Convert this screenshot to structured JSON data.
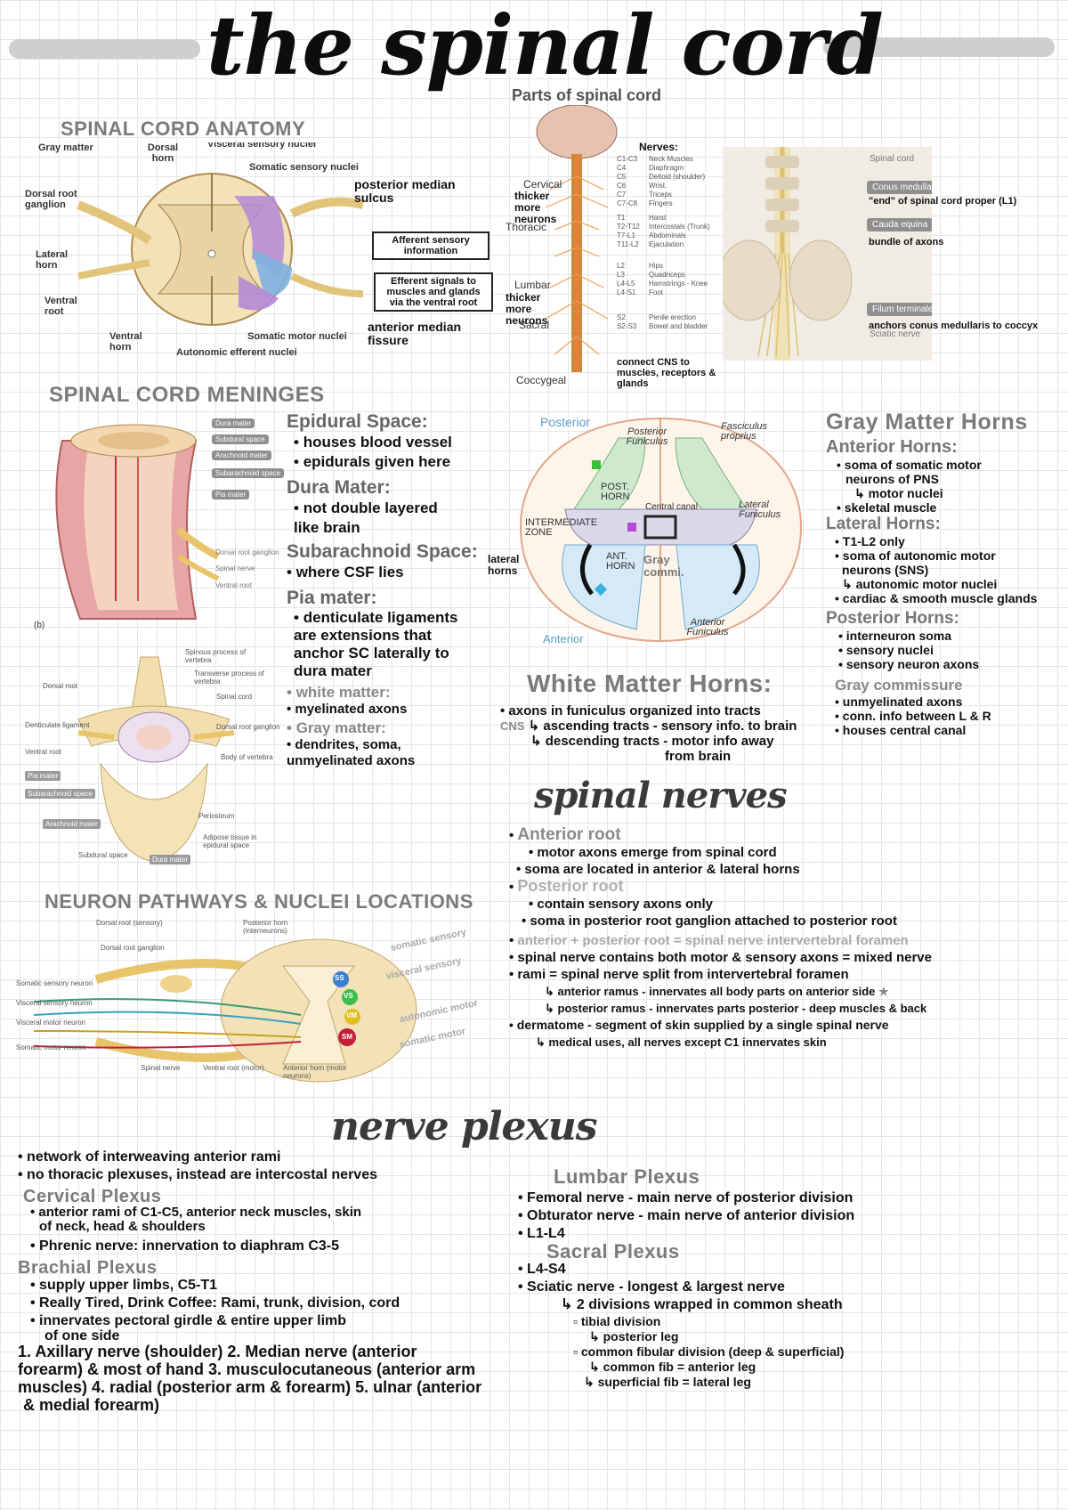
{
  "title": "the spinal cord",
  "sections": {
    "anatomy": "SPINAL CORD ANATOMY",
    "parts": "Parts of spinal cord",
    "meninges": "SPINAL CORD MENINGES",
    "pathways": "NEURON PATHWAYS & NUCLEI LOCATIONS",
    "spinal_nerves": "spinal nerves",
    "nerve_plexus": "nerve plexus"
  },
  "anatomy_fig": {
    "gray_matter": "Gray matter",
    "dorsal_horn": "Dorsal horn",
    "visceral_sensory": "Visceral sensory nuclei",
    "somatic_sensory": "Somatic sensory nuclei",
    "dorsal_root_ganglion": "Dorsal root ganglion",
    "lateral_horn": "Lateral horn",
    "ventral_root": "Ventral root",
    "ventral_horn": "Ventral horn",
    "somatic_motor": "Somatic motor nuclei",
    "autonomic_efferent": "Autonomic efferent nuclei",
    "afferent_box": "Afferent sensory information",
    "efferent_box": "Efferent signals to muscles and glands via the ventral root",
    "note_posterior": "posterior median sulcus",
    "note_anterior": "anterior median fissure"
  },
  "parts_fig": {
    "nerves": "Nerves:",
    "cervical": "Cervical",
    "cervical_note": "thicker more neurons",
    "thoracic": "Thoracic",
    "lumbar": "Lumbar",
    "lumbar_note": "thicker more neurons",
    "sacral": "Sacral",
    "coccygeal": "Coccygeal",
    "bottom_note": "connect CNS to muscles, receptors & glands",
    "rows": [
      [
        "C1-C3",
        "Neck Muscles"
      ],
      [
        "C4",
        "Diaphragm"
      ],
      [
        "C5",
        "Deltoid (shoulder)"
      ],
      [
        "C6",
        "Wrist"
      ],
      [
        "C7",
        "Triceps"
      ],
      [
        "C7-C8",
        "Fingers"
      ],
      [
        "T1",
        "Hand"
      ],
      [
        "T2-T12",
        "Intercostals (Trunk)"
      ],
      [
        "T7-L1",
        "Abdominals"
      ],
      [
        "T11-L2",
        "Ejaculation"
      ],
      [
        "L2",
        "Hips"
      ],
      [
        "L3",
        "Quadriceps"
      ],
      [
        "L4-L5",
        "Hamstrings - Knee"
      ],
      [
        "L4-S1",
        "Foot"
      ],
      [
        "S2",
        "Penile erection"
      ],
      [
        "S2-S3",
        "Bowel and bladder"
      ]
    ]
  },
  "pelvis_fig": {
    "spinal_cord": "Spinal cord",
    "conus": "Conus medullaris",
    "conus_note": "\"end\" of spinal cord proper (L1)",
    "cauda": "Cauda equina",
    "cauda_note": "bundle of axons",
    "filum": "Filum terminale",
    "filum_note": "anchors conus medullaris to coccyx",
    "sciatic": "Sciatic nerve"
  },
  "meninges_fig": {
    "labels": [
      "Dura mater",
      "Subdural space",
      "Arachnoid mater",
      "Subarachnoid space",
      "Pia mater",
      "Dorsal root ganglion",
      "Spinal nerve",
      "Ventral root"
    ],
    "tag": "(b)"
  },
  "meninges_notes": {
    "epidural": "Epidural Space:",
    "epidural_1": "houses blood vessel",
    "epidural_2": "epidurals given here",
    "dura": "Dura Mater:",
    "dura_1": "not double layered",
    "dura_2": "like brain",
    "subarach": "Subarachnoid Space:",
    "subarach_1": "where CSF lies",
    "pia": "Pia mater:",
    "pia_1": "denticulate ligaments",
    "pia_2": "are extensions that",
    "pia_3": "anchor SC laterally to",
    "pia_4": "dura mater",
    "white": "white matter:",
    "white_1": "myelinated axons",
    "gray": "Gray matter:",
    "gray_1": "dendrites, soma,",
    "gray_2": "unmyelinated axons"
  },
  "vertebra_fig": {
    "labels": [
      "Spinous process of vertebra",
      "Transverse process of vertebra",
      "Spinal cord",
      "Dorsal root",
      "Denticulate ligament",
      "Dorsal root ganglion",
      "Ventral root",
      "Body of vertebra",
      "Pia mater",
      "Subarachnoid space",
      "Periosteum",
      "Arachnoid mater",
      "Adipose tissue in epidural space",
      "Subdural space",
      "Dura mater"
    ]
  },
  "cross_fig": {
    "posterior": "Posterior",
    "anterior": "Anterior",
    "post_funiculus": "Posterior Funiculus",
    "fasciculus": "Fasciculus proprius",
    "post_horn": "POST. HORN",
    "central_canal": "Central canal",
    "intermediate": "INTERMEDIATE ZONE",
    "lateral_funiculus": "Lateral Funiculus",
    "lateral_horns": "lateral horns",
    "ant_horn": "ANT. HORN",
    "gray_comm": "Gray commi.",
    "ant_funiculus": "Anterior Funiculus"
  },
  "gray_horns": {
    "title": "Gray Matter Horns",
    "anterior": "Anterior Horns:",
    "a1": "soma of somatic motor",
    "a2": "neurons of PNS",
    "a3": "motor nuclei",
    "a4": "skeletal muscle",
    "lateral": "Lateral Horns:",
    "l1": "T1-L2 only",
    "l2": "soma of autonomic motor",
    "l3": "neurons (SNS)",
    "l4": "autonomic motor nuclei",
    "l5": "cardiac & smooth muscle glands",
    "posterior": "Posterior Horns:",
    "p1": "interneuron soma",
    "p2": "sensory nuclei",
    "p3": "sensory neuron axons",
    "gray_comm": "Gray commissure",
    "g1": "unmyelinated axons",
    "g2": "conn. info between L & R",
    "g3": "houses central canal"
  },
  "white_horns": {
    "title": "White Matter Horns:",
    "w1": "axons in funiculus organized into tracts",
    "cns": "CNS",
    "w2": "ascending tracts - sensory info. to brain",
    "w3": "descending tracts - motor info away",
    "w4": "from brain"
  },
  "pathways_fig": {
    "labels": [
      "Dorsal root (sensory)",
      "Dorsal root ganglion",
      "Posterior horn (interneurons)",
      "Somatic sensory neuron",
      "Visceral sensory neuron",
      "Visceral motor neuron",
      "Somatic motor neuron",
      "Spinal nerve",
      "Ventral root (motor)",
      "Anterior horn (motor neurons)"
    ],
    "nuclei": [
      "SS",
      "VS",
      "VM",
      "SM"
    ],
    "handwritten": [
      "somatic sensory",
      "visceral sensory",
      "autonomic motor",
      "somatic motor"
    ]
  },
  "spinal_nerves": {
    "ant_root": "Anterior root",
    "ar1": "motor axons emerge from spinal cord",
    "ar2": "soma are located in anterior & lateral horns",
    "post_root": "Posterior root",
    "pr1": "contain sensory axons only",
    "pr2": "soma in posterior root ganglion attached to posterior root",
    "merge": "anterior + posterior root = spinal nerve intervertebral foramen",
    "n1": "spinal nerve contains both motor & sensory axons = mixed nerve",
    "n2": "rami = spinal nerve split from intervertebral foramen",
    "n3": "anterior ramus - innervates all body parts on anterior side",
    "n4": "posterior ramus - innervates parts posterior - deep muscles & back",
    "n5": "dermatome - segment of skin supplied by a single spinal nerve",
    "n6": "medical uses, all nerves except C1 innervates skin"
  },
  "plexus": {
    "p1": "network of interweaving anterior rami",
    "p2": "no thoracic plexuses, instead are intercostal nerves",
    "cervical": "Cervical Plexus",
    "c1": "anterior rami of C1-C5, anterior neck muscles, skin",
    "c2": "of neck, head & shoulders",
    "c3": "Phrenic nerve: innervation to diaphram C3-5",
    "brachial": "Brachial Plexus",
    "b1": "supply upper limbs, C5-T1",
    "b2": "Really Tired, Drink Coffee: Rami, trunk, division, cord",
    "b3": "innervates pectoral girdle & entire upper limb",
    "b4": "of one side",
    "b5": "1. Axillary nerve (shoulder) 2. Median nerve (anterior",
    "b6": "forearm) & most of hand 3. musculocutaneous (anterior arm",
    "b7": "muscles) 4. radial (posterior arm & forearm) 5. ulnar (anterior",
    "b8": "& medial forearm)",
    "lumbar": "Lumbar Plexus",
    "l1": "Femoral nerve - main nerve of posterior division",
    "l2": "Obturator nerve - main nerve of anterior division",
    "l3": "L1-L4",
    "sacral": "Sacral Plexus",
    "s1": "L4-S4",
    "s2": "Sciatic nerve - longest & largest nerve",
    "s3": "2 divisions wrapped in common sheath",
    "s4": "tibial division",
    "s5": "posterior leg",
    "s6": "common fibular division (deep & superficial)",
    "s7": "common fib = anterior leg",
    "s8": "superficial fib = lateral leg"
  },
  "colors": {
    "gray_text": "#7b7b7b",
    "grid": "#e6e6e6",
    "purple": "#b48ad6",
    "blue": "#7fb0e0",
    "green": "#a7d8a6",
    "cord_beige": "#f3e1b8"
  }
}
